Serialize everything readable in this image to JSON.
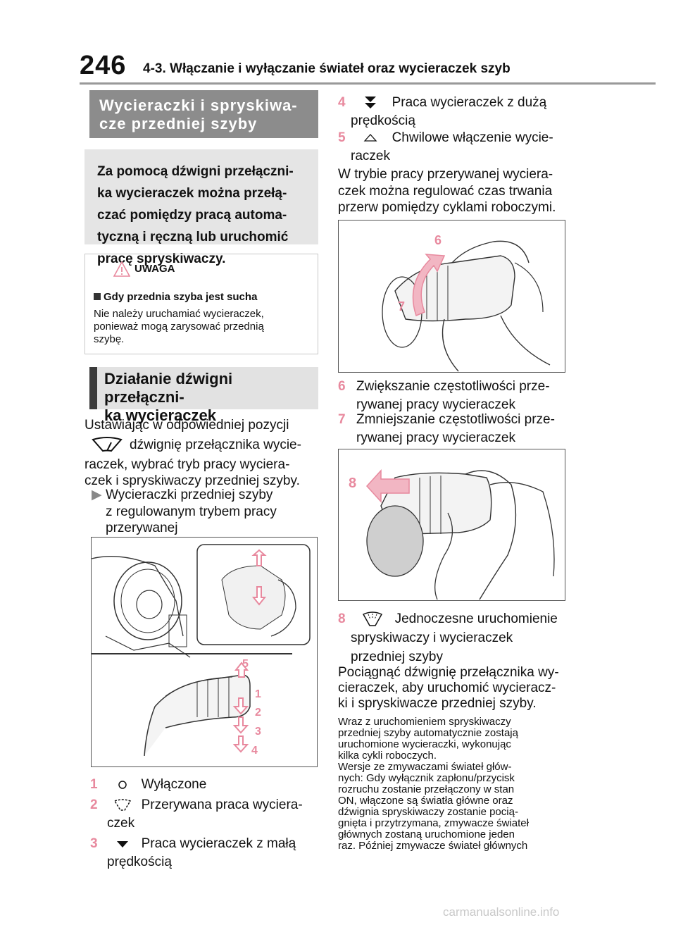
{
  "header": {
    "page_number": "246",
    "running_title": "4-3. Włączanie i wyłączanie świateł oraz wycieraczek szyb"
  },
  "left": {
    "section1_title_l1": "Wycieraczki i spryskiwa-",
    "section1_title_l2": "cze przedniej szyby",
    "intro_l1": "Za pomocą dźwigni przełączni-",
    "intro_l2": "ka wycieraczek można przełą-",
    "intro_l3": "czać pomiędzy pracą automa-",
    "intro_l4": "tyczną i ręczną lub uruchomić",
    "intro_l5": "pracę spryskiwaczy.",
    "caution_title": "UWAGA",
    "caution_subtitle": "Gdy przednia szyba jest sucha",
    "caution_body_l1": "Nie należy uruchamiać wycieraczek,",
    "caution_body_l2": "ponieważ mogą zarysować przednią",
    "caution_body_l3": "szybę.",
    "section2_title_l1": "Działanie dźwigni przełączni-",
    "section2_title_l2": "ka wycieraczek",
    "para_l1": "Ustawiając w odpowiedniej pozycji",
    "para_l2": "dźwignię przełącznika wycie-",
    "para_l3": "raczek, wybrać tryb pracy wyciera-",
    "para_l4": "czek i spryskiwaczy przedniej szyby.",
    "bullet_l1": "Wycieraczki przedniej szyby",
    "bullet_l2": "z regulowanym trybem pracy",
    "bullet_l3": "przerywanej",
    "fig1_labels": [
      "5",
      "1",
      "2",
      "3",
      "4"
    ],
    "items": [
      {
        "num": "1",
        "text": "Wyłączone"
      },
      {
        "num": "2",
        "text": "Przerywana praca wyciera-",
        "text2": "czek"
      },
      {
        "num": "3",
        "text": "Praca wycieraczek z małą",
        "text2": "prędkością"
      }
    ]
  },
  "right": {
    "items": [
      {
        "num": "4",
        "text": "Praca wycieraczek z dużą",
        "text2": "prędkością"
      },
      {
        "num": "5",
        "text": "Chwilowe włączenie wycie-",
        "text2": "raczek"
      }
    ],
    "para1_l1": "W trybie pracy przerywanej wyciera-",
    "para1_l2": "czek można regulować czas trwania",
    "para1_l3": "przerw pomiędzy cyklami roboczymi.",
    "fig2_labels": [
      "6",
      "7"
    ],
    "item6_num": "6",
    "item6_l1": "Zwiększanie częstotliwości prze-",
    "item6_l2": "rywanej pracy wycieraczek",
    "item7_num": "7",
    "item7_l1": "Zmniejszanie częstotliwości prze-",
    "item7_l2": "rywanej pracy wycieraczek",
    "fig3_label": "8",
    "item8_num": "8",
    "item8_l1": "Jednoczesne uruchomienie",
    "item8_l2": "spryskiwaczy i wycieraczek",
    "item8_l3": "przedniej szyby",
    "para2_l1": "Pociągnąć dźwignię przełącznika wy-",
    "para2_l2": "cieraczek, aby uruchomić wycieracz-",
    "para2_l3": "ki i spryskiwacze przedniej szyby.",
    "small": [
      "Wraz z uruchomieniem spryskiwaczy",
      "przedniej szyby automatycznie zostają",
      "uruchomione wycieraczki, wykonując",
      "kilka cykli roboczych.",
      "Wersje ze zmywaczami świateł głów-",
      "nych: Gdy wyłącznik zapłonu/przycisk",
      "rozruchu zostanie przełączony w stan",
      "ON, włączone są światła główne oraz",
      "dźwignia spryskiwaczy zostanie pocią-",
      "gnięta i przytrzymana, zmywacze świateł",
      "głównych zostaną uruchomione jeden",
      "raz. Później zmywacze świateł głównych"
    ]
  },
  "footer": {
    "watermark": "carmanualsonline.info"
  },
  "colors": {
    "accent": "#e8899e",
    "section_bg": "#8c8c8c",
    "box_bg": "#e5e5e5"
  }
}
